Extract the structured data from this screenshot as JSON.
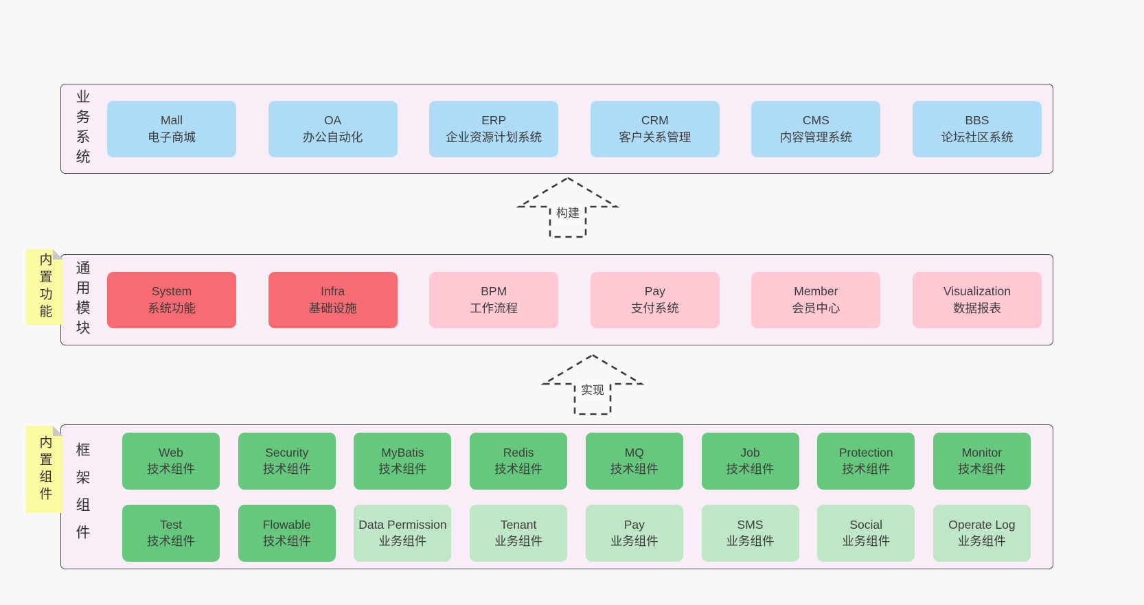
{
  "colors": {
    "page_bg": "#f8f8f8",
    "panel_bg": "#f9eef7",
    "panel_border": "#474747",
    "blue": "#aedcf7",
    "red": "#f76c72",
    "pink": "#fec9d2",
    "green_dark": "#66c87d",
    "green_light": "#bfe6c6",
    "note_yellow": "#fbf9a1",
    "note_fold": "#c9c9c9",
    "text": "#3d3d3d"
  },
  "arrows": {
    "build": {
      "label": "构建"
    },
    "implement": {
      "label": "实现"
    }
  },
  "layers": {
    "business": {
      "label": "业务系统",
      "boxes": [
        {
          "title": "Mall",
          "subtitle": "电子商城",
          "variant": "blue"
        },
        {
          "title": "OA",
          "subtitle": "办公自动化",
          "variant": "blue"
        },
        {
          "title": "ERP",
          "subtitle": "企业资源计划系统",
          "variant": "blue"
        },
        {
          "title": "CRM",
          "subtitle": "客户关系管理",
          "variant": "blue"
        },
        {
          "title": "CMS",
          "subtitle": "内容管理系统",
          "variant": "blue"
        },
        {
          "title": "BBS",
          "subtitle": "论坛社区系统",
          "variant": "blue"
        }
      ]
    },
    "modules": {
      "label": "通用模块",
      "note": "内置功能",
      "boxes": [
        {
          "title": "System",
          "subtitle": "系统功能",
          "variant": "red"
        },
        {
          "title": "Infra",
          "subtitle": "基础设施",
          "variant": "red"
        },
        {
          "title": "BPM",
          "subtitle": "工作流程",
          "variant": "pink"
        },
        {
          "title": "Pay",
          "subtitle": "支付系统",
          "variant": "pink"
        },
        {
          "title": "Member",
          "subtitle": "会员中心",
          "variant": "pink"
        },
        {
          "title": "Visualization",
          "subtitle": "数据报表",
          "variant": "pink"
        }
      ]
    },
    "components": {
      "label": "框架组件",
      "note": "内置组件",
      "rows": [
        [
          {
            "title": "Web",
            "subtitle": "技术组件",
            "variant": "green-dark"
          },
          {
            "title": "Security",
            "subtitle": "技术组件",
            "variant": "green-dark"
          },
          {
            "title": "MyBatis",
            "subtitle": "技术组件",
            "variant": "green-dark"
          },
          {
            "title": "Redis",
            "subtitle": "技术组件",
            "variant": "green-dark"
          },
          {
            "title": "MQ",
            "subtitle": "技术组件",
            "variant": "green-dark"
          },
          {
            "title": "Job",
            "subtitle": "技术组件",
            "variant": "green-dark"
          },
          {
            "title": "Protection",
            "subtitle": "技术组件",
            "variant": "green-dark"
          },
          {
            "title": "Monitor",
            "subtitle": "技术组件",
            "variant": "green-dark"
          }
        ],
        [
          {
            "title": "Test",
            "subtitle": "技术组件",
            "variant": "green-dark"
          },
          {
            "title": "Flowable",
            "subtitle": "技术组件",
            "variant": "green-dark"
          },
          {
            "title": "Data Permission",
            "subtitle": "业务组件",
            "variant": "green-light"
          },
          {
            "title": "Tenant",
            "subtitle": "业务组件",
            "variant": "green-light"
          },
          {
            "title": "Pay",
            "subtitle": "业务组件",
            "variant": "green-light"
          },
          {
            "title": "SMS",
            "subtitle": "业务组件",
            "variant": "green-light"
          },
          {
            "title": "Social",
            "subtitle": "业务组件",
            "variant": "green-light"
          },
          {
            "title": "Operate Log",
            "subtitle": "业务组件",
            "variant": "green-light"
          }
        ]
      ]
    }
  }
}
